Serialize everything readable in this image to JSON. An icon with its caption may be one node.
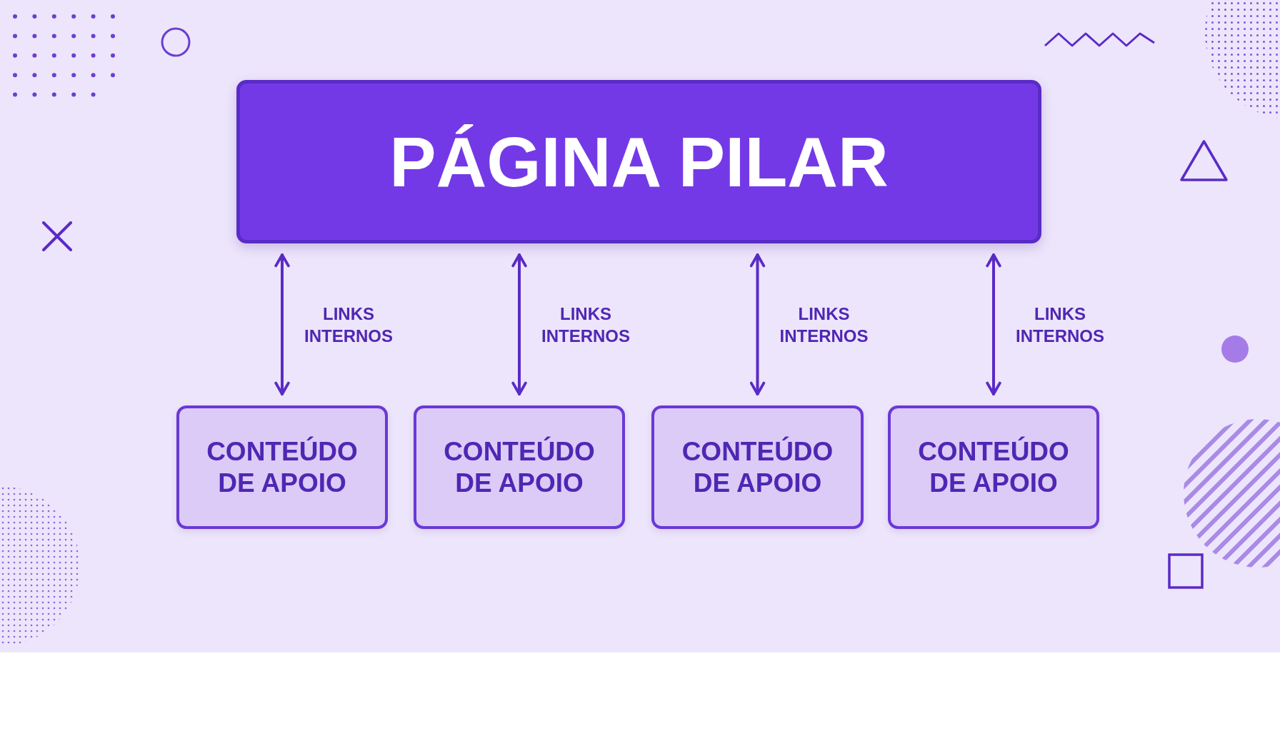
{
  "diagram": {
    "nodes": [
      {
        "text": [
          "PÁGINA PILAR"
        ]
      },
      {
        "text": [
          "CONTEÚDO DE APOIO"
        ]
      },
      {
        "text": [
          "CONTEÚDO DE APOIO"
        ]
      },
      {
        "text": [
          "CONTEÚDO DE APOIO"
        ]
      },
      {
        "text": [
          "CONTEÚDO DE APOIO"
        ]
      }
    ],
    "edges": [
      {
        "from": 0,
        "to": 1,
        "arrow": "both",
        "label": "LINKS INTERNOS"
      },
      {
        "from": 0,
        "to": 2,
        "arrow": "both",
        "label": "LINKS INTERNOS"
      },
      {
        "from": 0,
        "to": 3,
        "arrow": "both",
        "label": "LINKS INTERNOS"
      },
      {
        "from": 0,
        "to": 4,
        "arrow": "both",
        "label": "LINKS INTERNOS"
      }
    ]
  }
}
